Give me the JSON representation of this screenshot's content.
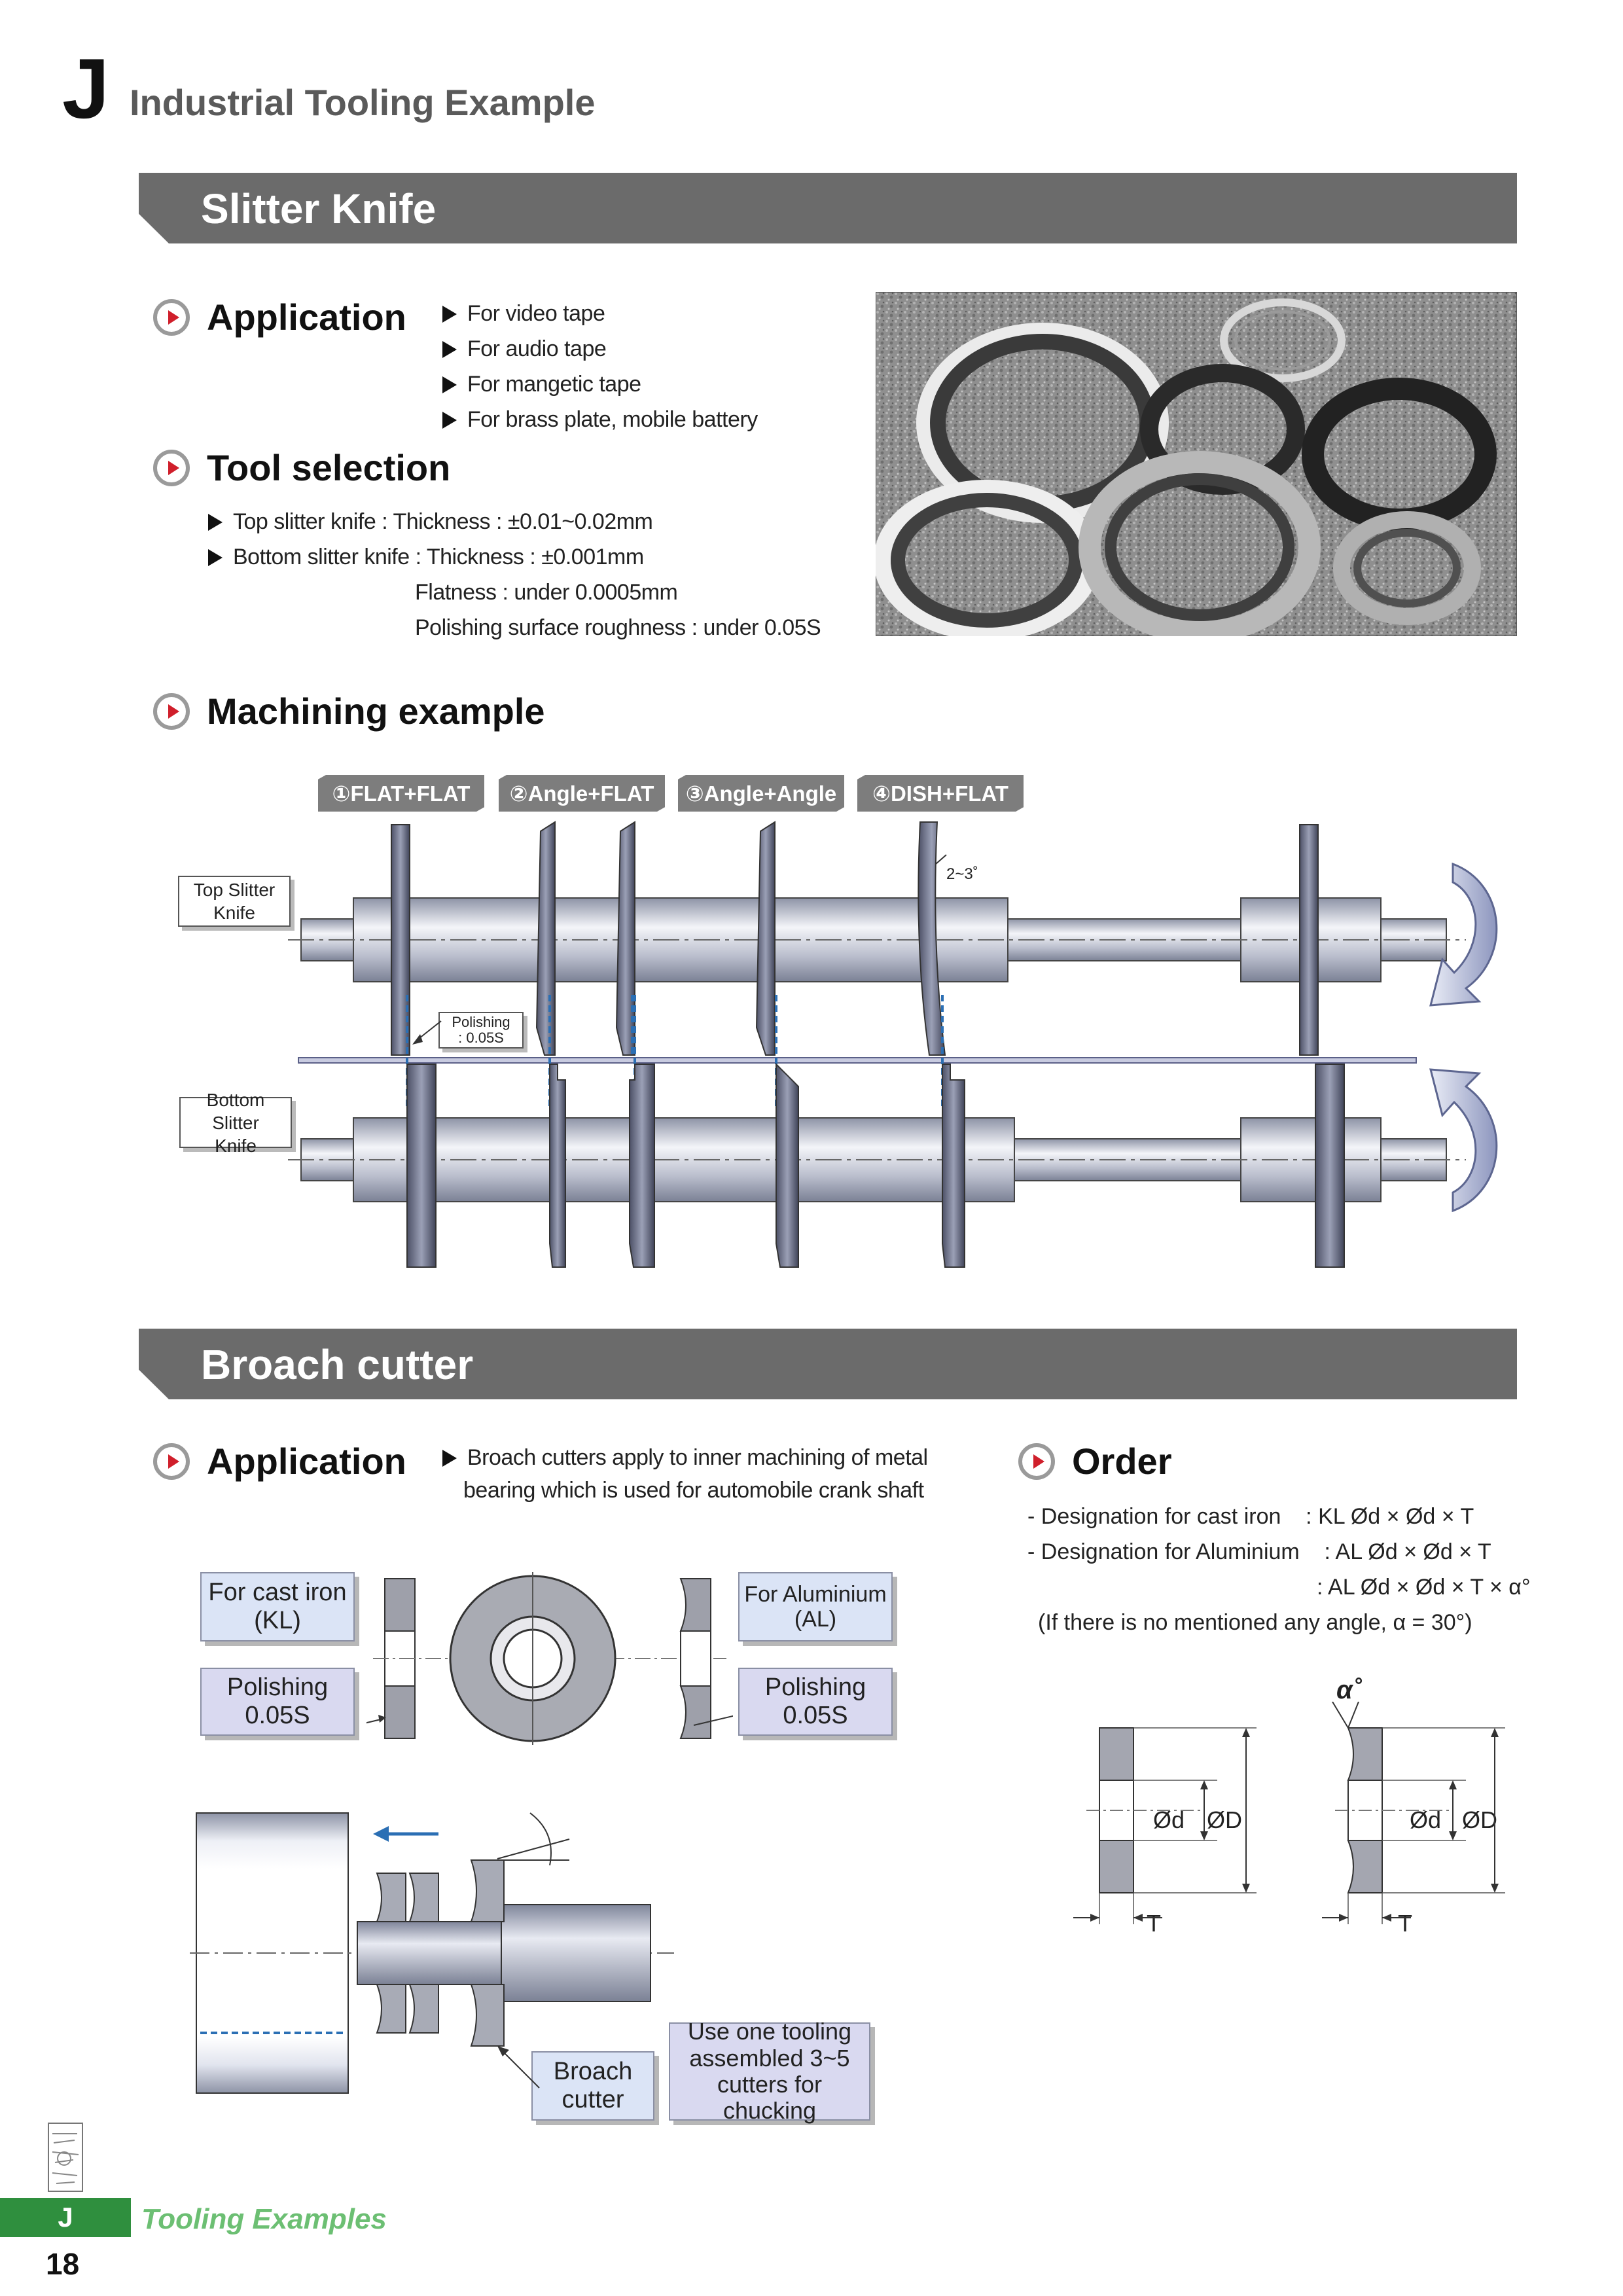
{
  "header": {
    "chapter": "J",
    "title": "Industrial Tooling Example"
  },
  "slitter": {
    "band_title": "Slitter Knife",
    "application": {
      "heading": "Application",
      "items": [
        "For video tape",
        "For audio tape",
        "For mangetic tape",
        "For brass plate, mobile battery"
      ]
    },
    "tool_selection": {
      "heading": "Tool selection",
      "top": "Top slitter knife : Thickness : ±0.01~0.02mm",
      "bottom": "Bottom slitter knife :  Thickness : ±0.001mm",
      "flatness": "Flatness : under 0.0005mm",
      "roughness": "Polishing surface roughness : under 0.05S"
    },
    "machining": {
      "heading": "Machining example",
      "tabs": [
        "①FLAT+FLAT",
        "②Angle+FLAT",
        "③Angle+Angle",
        "④DISH+FLAT"
      ],
      "top_label": [
        "Top Slitter",
        "Knife"
      ],
      "bottom_label": [
        "Bottom Slitter",
        "Knife"
      ],
      "polishing": [
        "Polishing",
        ": 0.05S"
      ],
      "angle": "2~3˚"
    }
  },
  "broach": {
    "band_title": "Broach cutter",
    "application": {
      "heading": "Application",
      "line1": "Broach cutters apply to inner machining of metal",
      "line2": "bearing which is used for automobile crank shaft"
    },
    "boxes": {
      "cast_iron": [
        "For cast iron",
        "(KL)"
      ],
      "polish_left": [
        "Polishing",
        "0.05S"
      ],
      "aluminium": [
        "For Aluminium",
        "(AL)"
      ],
      "polish_right": [
        "Polishing",
        "0.05S"
      ],
      "broach": [
        "Broach",
        "cutter"
      ],
      "tooling": [
        "Use one tooling",
        "assembled 3~5",
        "cutters for chucking"
      ]
    },
    "order": {
      "heading": "Order",
      "line1": "- Designation for cast iron    : KL Ød × Ød × T",
      "line2": "- Designation for Aluminium    : AL Ød × Ød × T",
      "line3": ": AL Ød × Ød × T × α°",
      "line4": "(If there is no mentioned any angle, α = 30°)"
    },
    "dims": {
      "d": "Ød",
      "D": "ØD",
      "T": "T",
      "alpha": "α˚"
    }
  },
  "footer": {
    "letter": "J",
    "text": "Tooling Examples",
    "page": "18"
  }
}
